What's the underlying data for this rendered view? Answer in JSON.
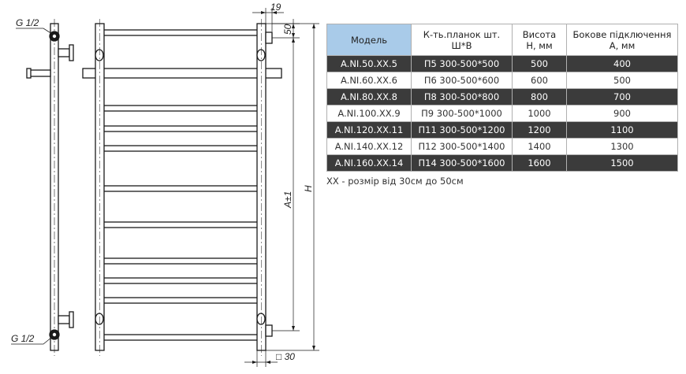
{
  "drawing": {
    "connection_top_label": "G 1/2",
    "connection_bottom_label": "G 1/2",
    "dim_offset": "19",
    "dim_top": "50",
    "dim_side": "A±1",
    "dim_height": "H",
    "dim_profile": "□ 30"
  },
  "table": {
    "headers": [
      "Модель",
      "К-ть.планок шт.\nШ*В",
      "Висота\nН, мм",
      "Бокове підключення\nА, мм"
    ],
    "rows": [
      [
        "A.NI.50.XX.5",
        "П5 300-500*500",
        "500",
        "400"
      ],
      [
        "A.NI.60.XX.6",
        "П6 300-500*600",
        "600",
        "500"
      ],
      [
        "A.NI.80.XX.8",
        "П8 300-500*800",
        "800",
        "700"
      ],
      [
        "A.NI.100.XX.9",
        "П9 300-500*1000",
        "1000",
        "900"
      ],
      [
        "A.NI.120.XX.11",
        "П11 300-500*1200",
        "1200",
        "1100"
      ],
      [
        "A.NI.140.XX.12",
        "П12 300-500*1400",
        "1400",
        "1300"
      ],
      [
        "A.NI.160.XX.14",
        "П14 300-500*1600",
        "1600",
        "1500"
      ]
    ]
  },
  "note": "XX - розмір від 30см до 50см",
  "colors": {
    "header_accent": "#a9cbe9",
    "row_dark": "#3b3b3b",
    "row_light": "#ffffff"
  }
}
